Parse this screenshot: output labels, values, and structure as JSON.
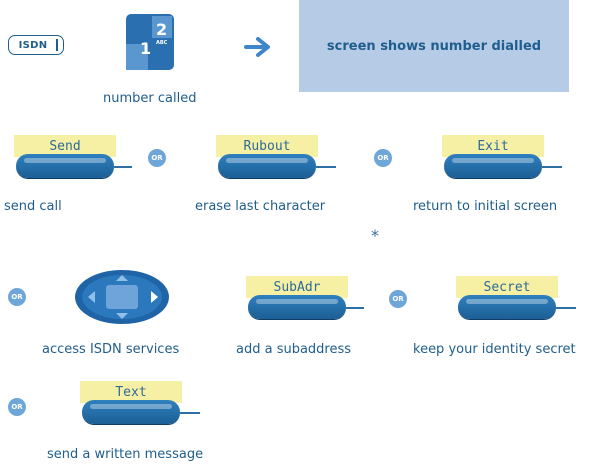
{
  "badge": {
    "isdn": "ISDN"
  },
  "keypad": {
    "key1": "1",
    "key2": "2",
    "key2_letters": "ABC"
  },
  "screen_box": {
    "text": "screen shows number dialled"
  },
  "captions": {
    "number_called": "number called",
    "send_call": "send call",
    "erase_last": "erase last character",
    "return_initial": "return to initial screen",
    "access_isdn": "access ISDN services",
    "add_subaddress": "add a subaddress",
    "keep_secret": "keep your identity secret",
    "send_message": "send a written message"
  },
  "softkeys": {
    "send": "Send",
    "rubout": "Rubout",
    "exit": "Exit",
    "subadr": "SubAdr",
    "secret": "Secret",
    "text": "Text"
  },
  "or_label": "OR",
  "footnote_marker": "*",
  "colors": {
    "primary": "#1f5e8c",
    "label_yellow": "#f6f0a5",
    "screen_blue": "#b6cce6",
    "or_badge": "#6fa6d8"
  }
}
